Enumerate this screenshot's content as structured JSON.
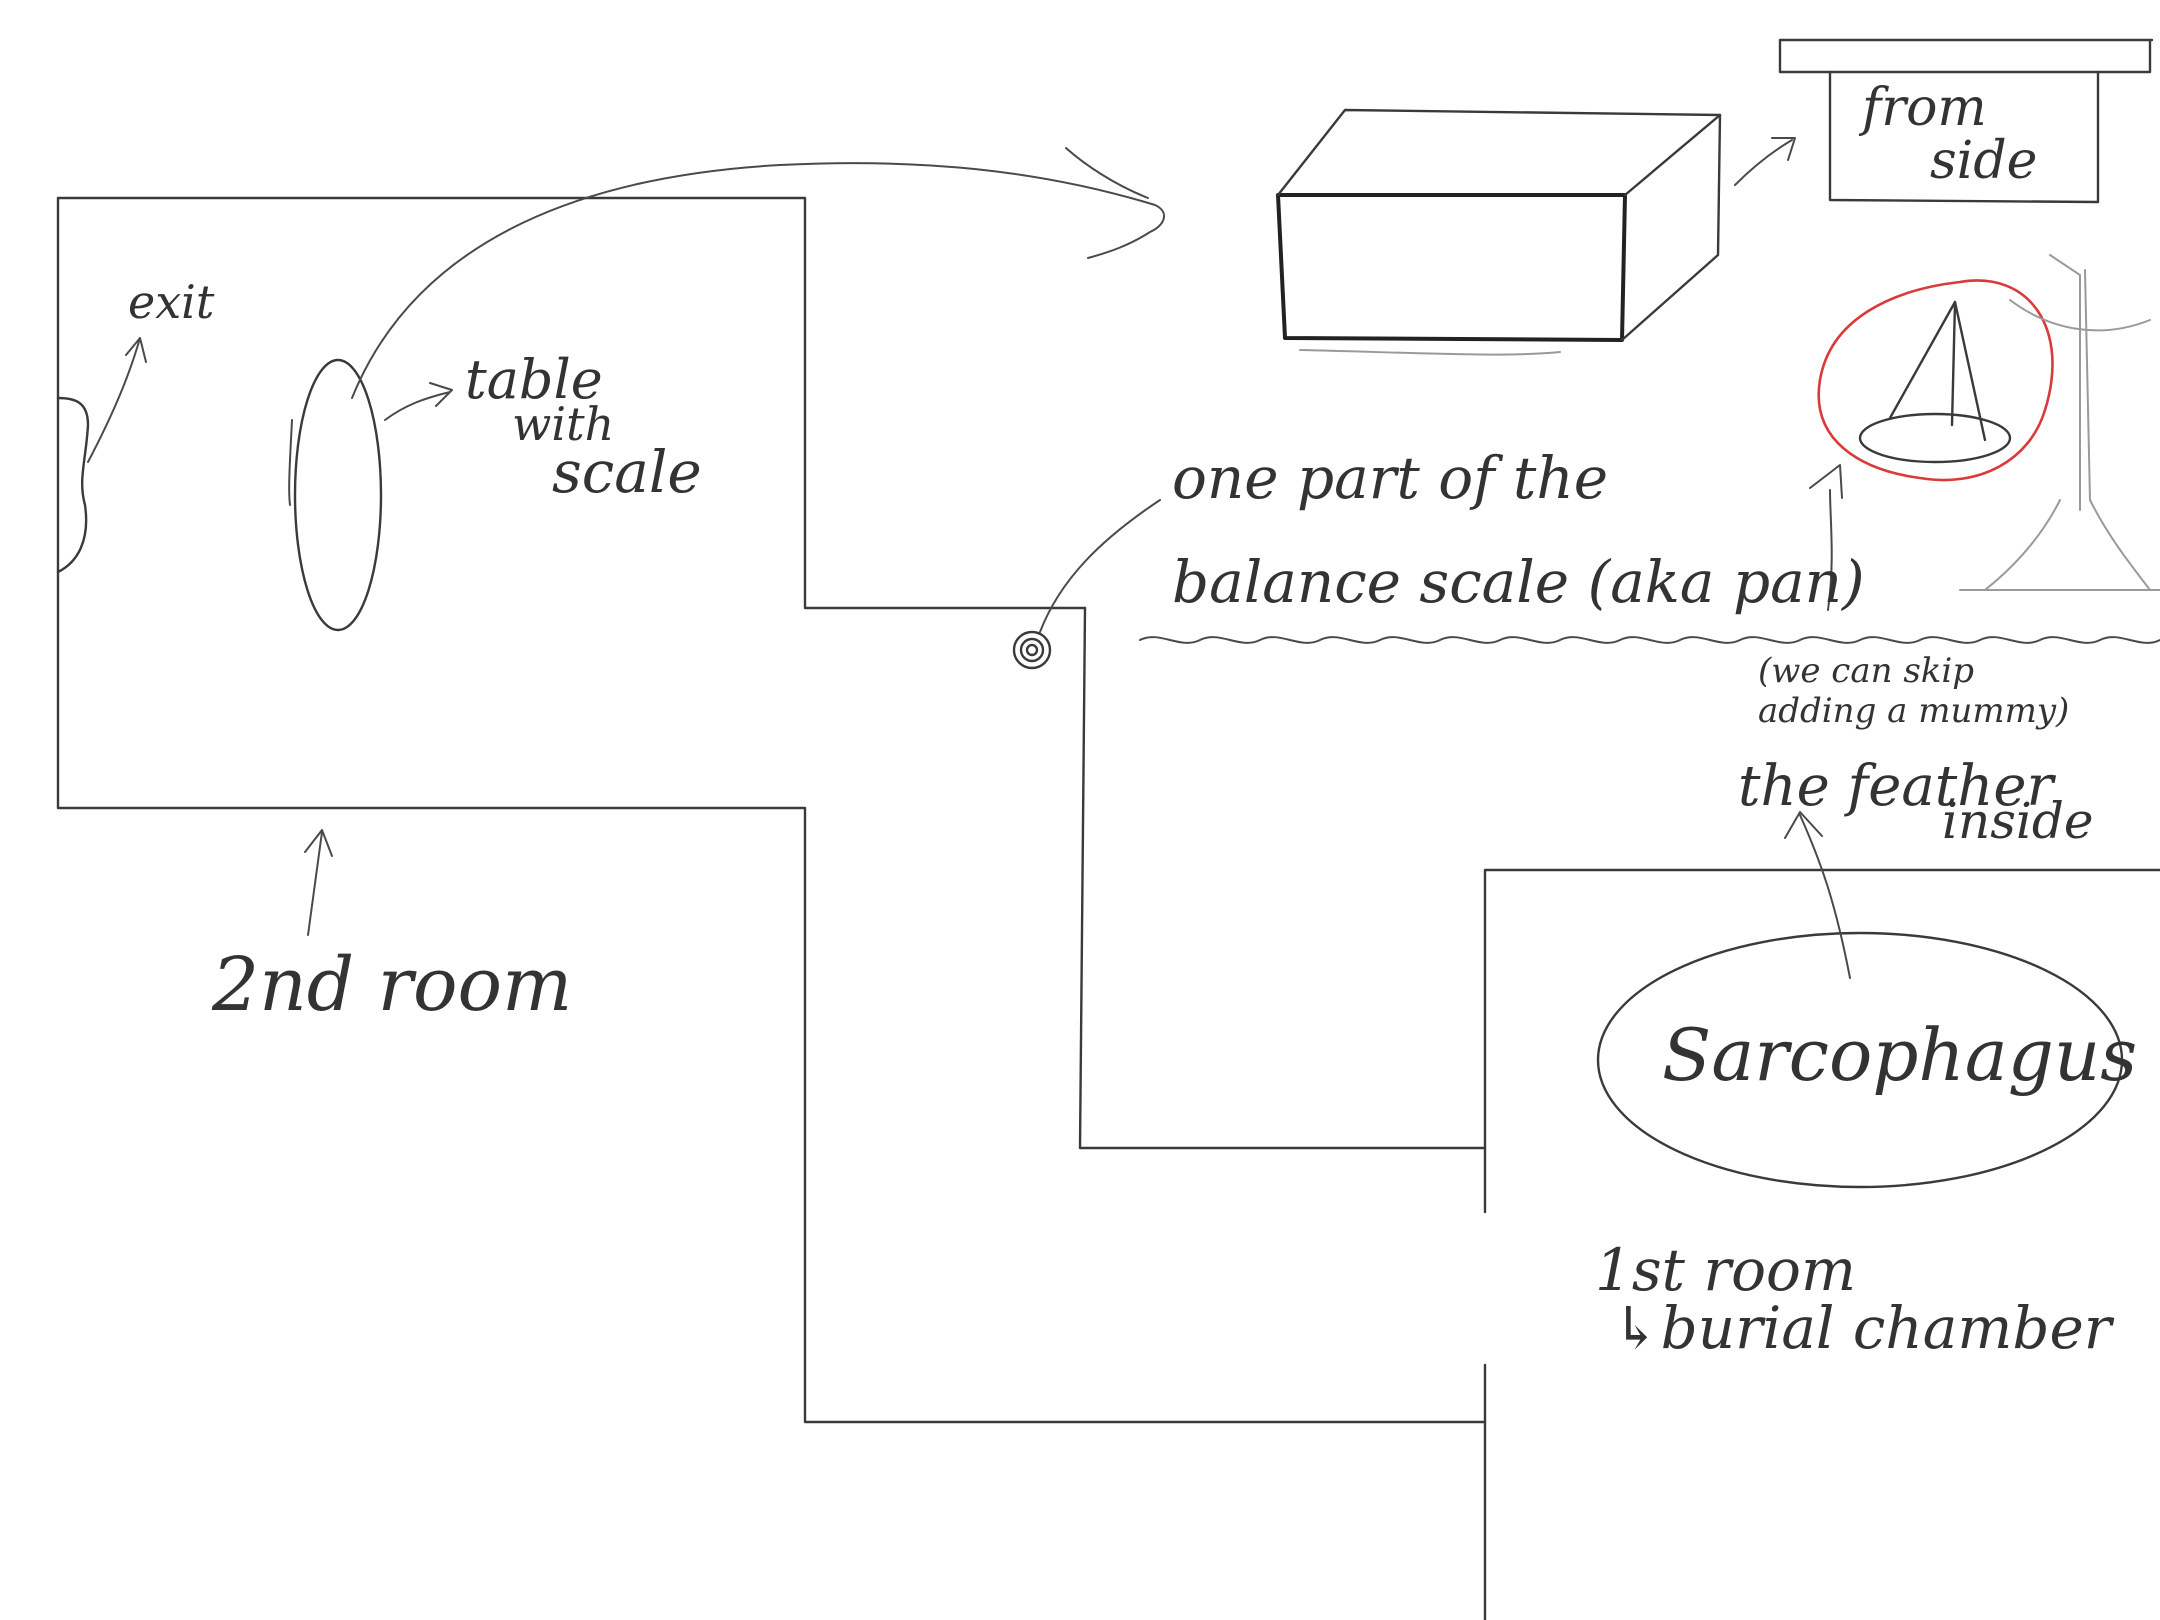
{
  "labels": {
    "exit": "exit",
    "table_line1": "table",
    "table_line2": "with",
    "table_line3": "scale",
    "second_room": "2nd room",
    "from_side_line1": "from",
    "from_side_line2": "side",
    "pan_line1": "one part of the",
    "pan_line2": "balance scale (aka pan)",
    "mummy_line1": "(we can skip",
    "mummy_line2": "adding a mummy)",
    "feather_line1": "the feather",
    "feather_line2": "inside",
    "sarcophagus": "Sarcophagus",
    "first_room": "1st room",
    "burial_chamber": "↳burial chamber"
  },
  "colors": {
    "ink": "#3a3a3a",
    "highlight": "#d93a3a",
    "shading": "#9a9a9a"
  }
}
